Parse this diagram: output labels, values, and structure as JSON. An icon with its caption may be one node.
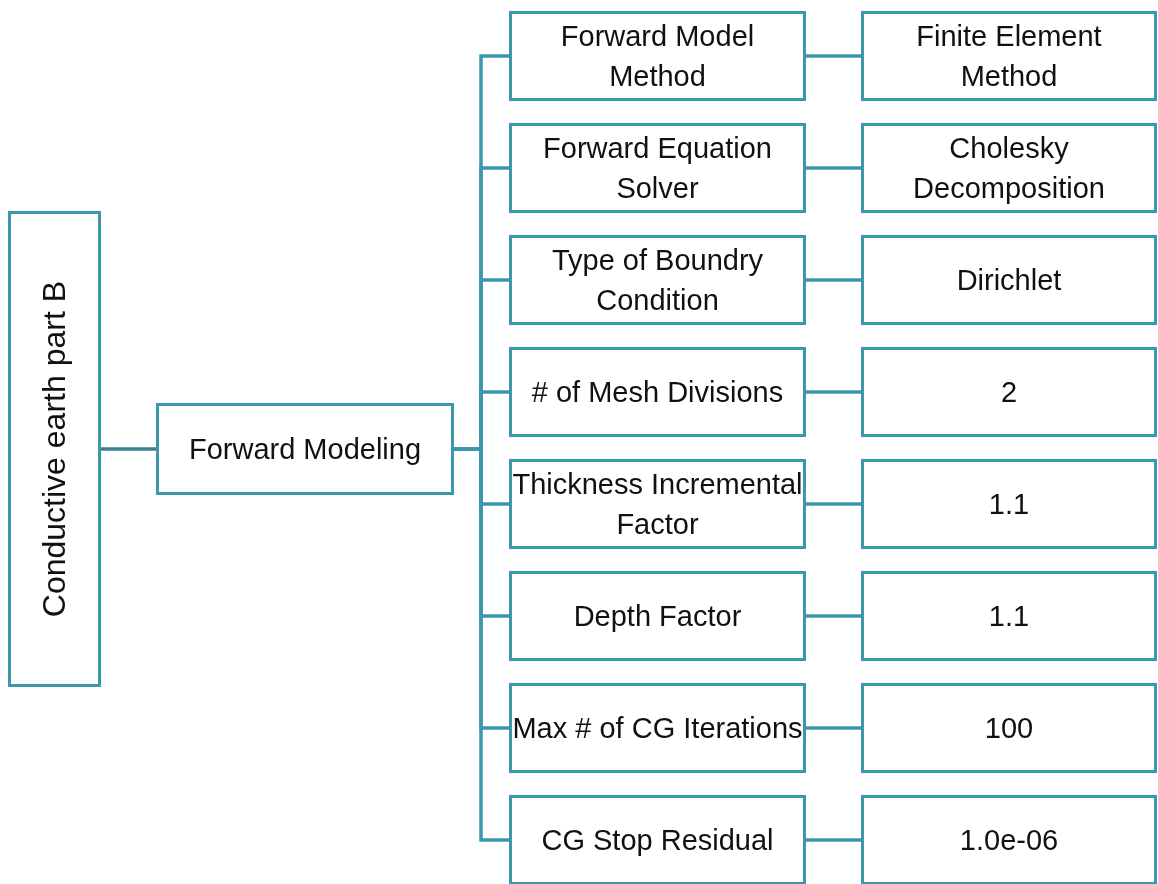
{
  "diagram": {
    "nodes": [
      {
        "text": [
          "Conductive earth part B"
        ]
      },
      {
        "text": [
          "Forward Modeling"
        ]
      },
      {
        "text": [
          "Forward Model Method"
        ]
      },
      {
        "text": [
          "Finite Element Method"
        ]
      },
      {
        "text": [
          "Forward Equation Solver"
        ]
      },
      {
        "text": [
          "Cholesky Decomposition"
        ]
      },
      {
        "text": [
          "Type of Boundry Condition"
        ]
      },
      {
        "text": [
          "Dirichlet"
        ]
      },
      {
        "text": [
          "# of Mesh Divisions"
        ]
      },
      {
        "text": [
          "2"
        ]
      },
      {
        "text": [
          "Thickness Incremental Factor"
        ]
      },
      {
        "text": [
          "1.1"
        ]
      },
      {
        "text": [
          "Depth Factor"
        ]
      },
      {
        "text": [
          "1.1"
        ]
      },
      {
        "text": [
          "Max # of CG Iterations"
        ]
      },
      {
        "text": [
          "100"
        ]
      },
      {
        "text": [
          "CG Stop Residual"
        ]
      },
      {
        "text": [
          "1.0e-06"
        ]
      }
    ],
    "edges": [
      {
        "from": 0,
        "to": 1,
        "arrow": "none"
      },
      {
        "from": 1,
        "to": 2,
        "arrow": "none"
      },
      {
        "from": 1,
        "to": 4,
        "arrow": "none"
      },
      {
        "from": 1,
        "to": 6,
        "arrow": "none"
      },
      {
        "from": 1,
        "to": 8,
        "arrow": "none"
      },
      {
        "from": 1,
        "to": 10,
        "arrow": "none"
      },
      {
        "from": 1,
        "to": 12,
        "arrow": "none"
      },
      {
        "from": 1,
        "to": 14,
        "arrow": "none"
      },
      {
        "from": 1,
        "to": 16,
        "arrow": "none"
      },
      {
        "from": 2,
        "to": 3,
        "arrow": "none"
      },
      {
        "from": 4,
        "to": 5,
        "arrow": "none"
      },
      {
        "from": 6,
        "to": 7,
        "arrow": "none"
      },
      {
        "from": 8,
        "to": 9,
        "arrow": "none"
      },
      {
        "from": 10,
        "to": 11,
        "arrow": "none"
      },
      {
        "from": 12,
        "to": 13,
        "arrow": "none"
      },
      {
        "from": 14,
        "to": 15,
        "arrow": "none"
      },
      {
        "from": 16,
        "to": 17,
        "arrow": "none"
      }
    ]
  }
}
